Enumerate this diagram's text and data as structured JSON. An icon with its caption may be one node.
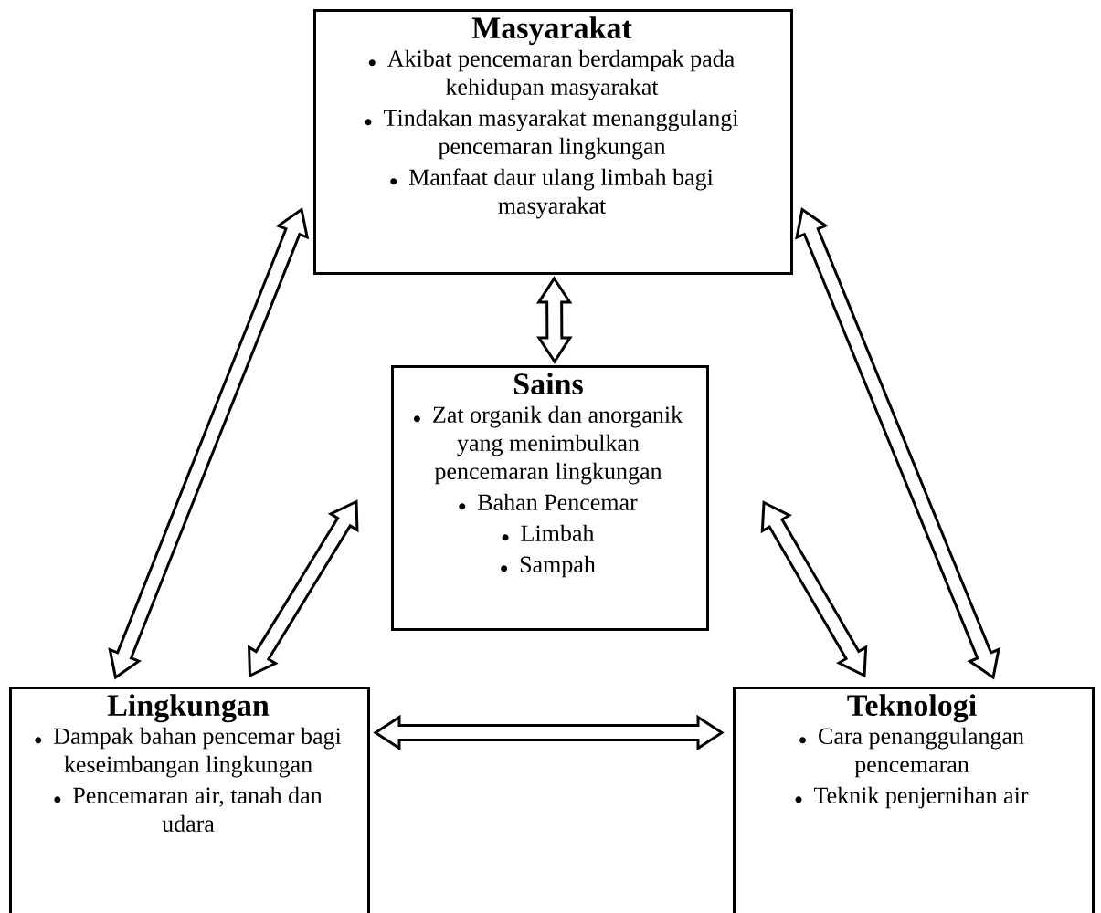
{
  "diagram": {
    "nodes": [
      {
        "text": [
          "Masyarakat",
          "Akibat pencemaran berdampak pada kehidupan masyarakat",
          "Tindakan masyarakat menanggulangi pencemaran lingkungan",
          "Manfaat daur ulang limbah bagi masyarakat"
        ]
      },
      {
        "text": [
          "Sains",
          "Zat organik dan anorganik yang menimbulkan pencemaran lingkungan",
          "Bahan Pencemar",
          "Limbah",
          "Sampah"
        ]
      },
      {
        "text": [
          "Lingkungan",
          "Dampak bahan pencemar bagi keseimbangan lingkungan",
          "Pencemaran air, tanah dan udara"
        ]
      },
      {
        "text": [
          "Teknologi",
          "Cara penanggulangan pencemaran",
          "Teknik penjernihan air"
        ]
      }
    ],
    "edges": [
      {
        "from": 0,
        "to": 1,
        "arrow": "both"
      },
      {
        "from": 0,
        "to": 2,
        "arrow": "both"
      },
      {
        "from": 0,
        "to": 3,
        "arrow": "both"
      },
      {
        "from": 1,
        "to": 2,
        "arrow": "both"
      },
      {
        "from": 1,
        "to": 3,
        "arrow": "both"
      },
      {
        "from": 2,
        "to": 3,
        "arrow": "both"
      }
    ]
  }
}
